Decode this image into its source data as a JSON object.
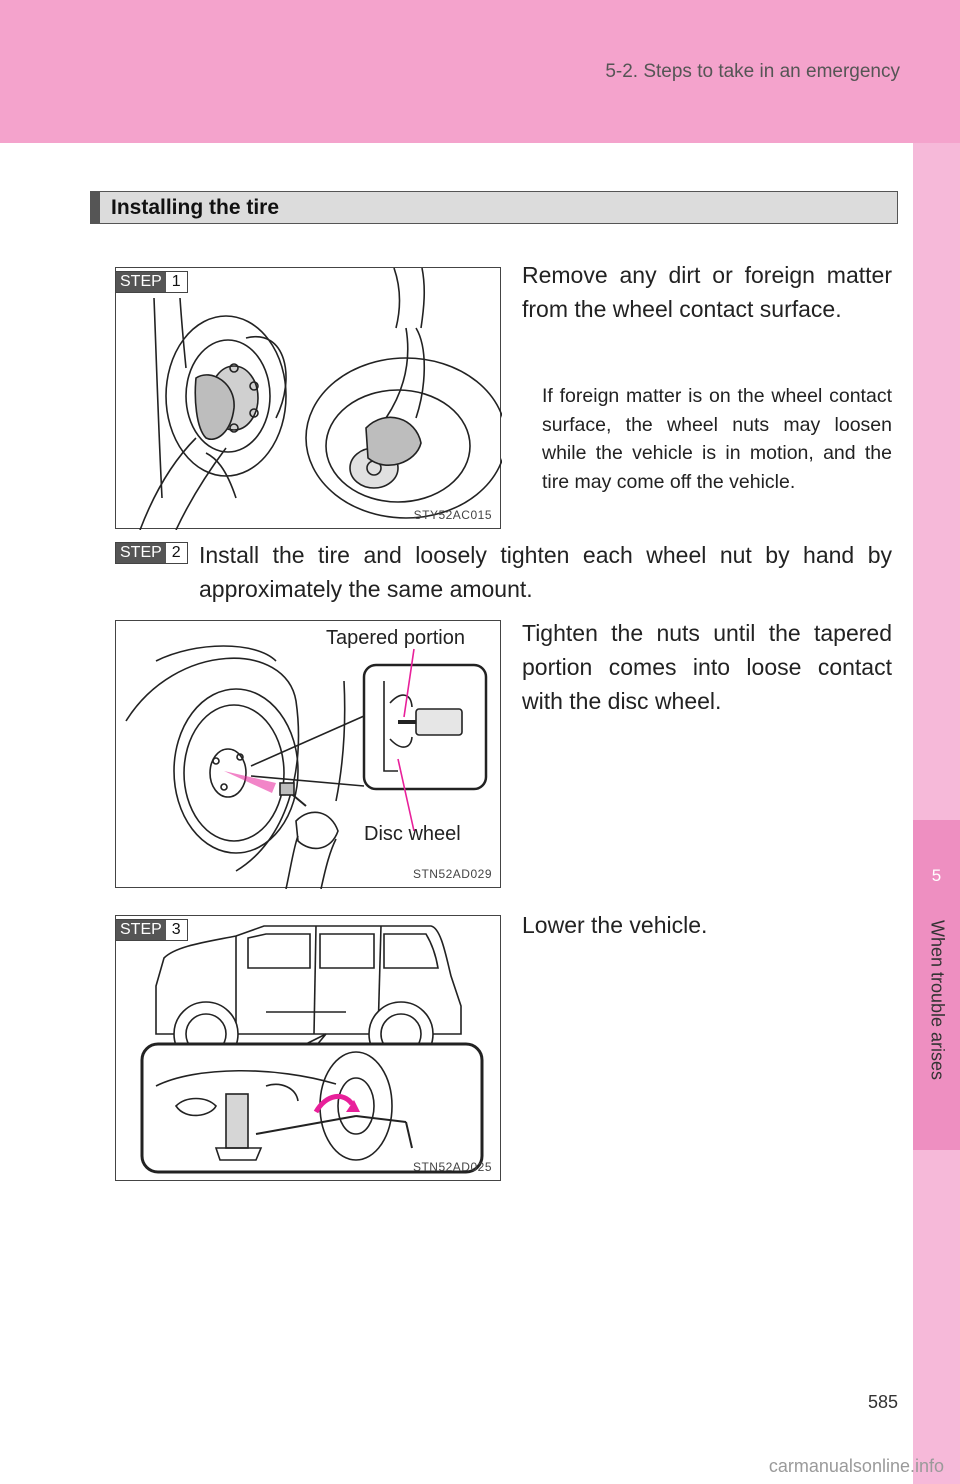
{
  "header": {
    "section_path": "5-2. Steps to take in an emergency"
  },
  "side_tab": {
    "chapter_number": "5",
    "chapter_title": "When trouble arises"
  },
  "section": {
    "title": "Installing the tire"
  },
  "steps": [
    {
      "badge_word": "STEP",
      "badge_number": "1",
      "text": "Remove any dirt or foreign matter from the wheel contact surface.",
      "note": "If foreign matter is on the wheel contact surface, the wheel nuts may loosen while the vehicle is in motion, and the tire may come off the vehicle.",
      "figure_code": "STY52AC015"
    },
    {
      "badge_word": "STEP",
      "badge_number": "2",
      "text": "Install the tire and loosely tighten each wheel nut by hand by approximately the same amount.",
      "subtext": "Tighten the nuts until the tapered portion comes into loose contact with the disc wheel.",
      "figure_code": "STN52AD029",
      "callouts": {
        "top": "Tapered portion",
        "bottom": "Disc wheel"
      }
    },
    {
      "badge_word": "STEP",
      "badge_number": "3",
      "text": "Lower the vehicle.",
      "figure_code": "STN52AD025"
    }
  ],
  "footer": {
    "page_number": "585",
    "watermark": "carmanualsonline.info"
  },
  "colors": {
    "header_band": "#f4a3cc",
    "side_tab": "#f6b9d9",
    "side_tab_active": "#ee8fc1",
    "callout_line": "#e8209a"
  }
}
